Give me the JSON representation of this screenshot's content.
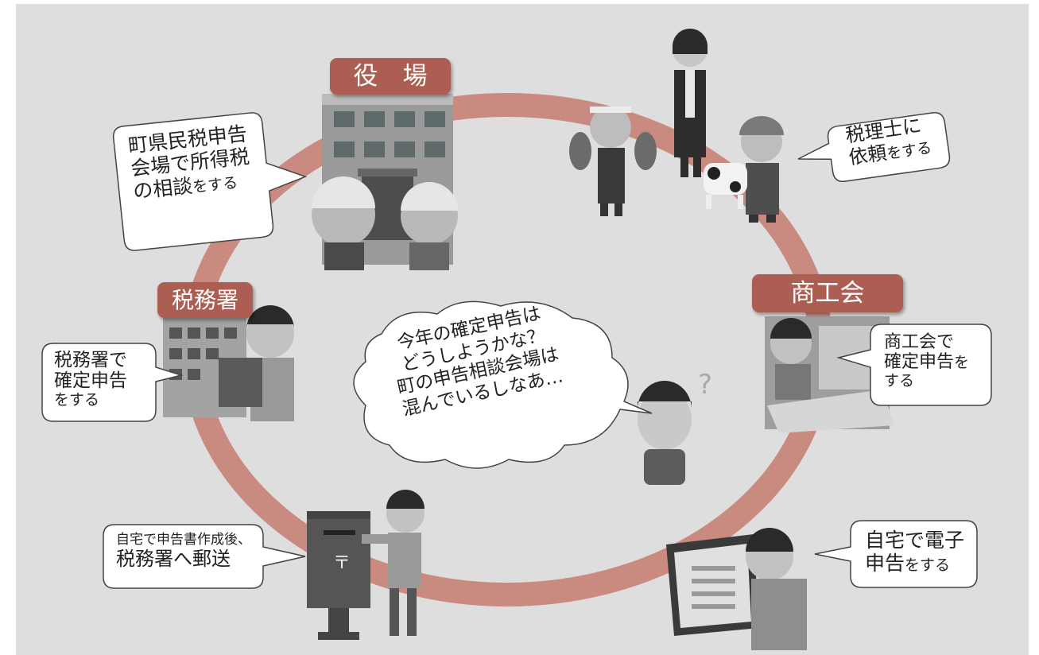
{
  "locations": {
    "town_office": "役　場",
    "tax_office": "税務署",
    "commerce": "商工会"
  },
  "bubbles": {
    "town_office": {
      "line1": "町県民税申告",
      "line2": "会場で所得税",
      "line3_main": "の相談",
      "line3_small": "をする"
    },
    "tax_accountant": {
      "line1": "税理士に",
      "line2_main": "依頼",
      "line2_small": "をする"
    },
    "tax_office": {
      "line1": "税務署で",
      "line2": "確定申告",
      "line3": "をする"
    },
    "commerce": {
      "line1": "商工会で",
      "line2_main": "確定申告",
      "line2_small": "を",
      "line3": "する"
    },
    "mail": {
      "line1": "自宅で申告書作成後、",
      "line2": "税務署へ郵送"
    },
    "e_filing": {
      "line1": "自宅で電子",
      "line2_main": "申告",
      "line2_small": "をする"
    },
    "center_thought": {
      "line1": "今年の確定申告は",
      "line2": "どうしようかな？",
      "line3": "町の申告相談会場は",
      "line4": "混んでいるしなあ…"
    }
  },
  "colors": {
    "ring": "#c98a7f",
    "label_bg": "#ad5e52",
    "panel_bg": "#dedede",
    "bubble_bg": "#ffffff"
  },
  "icons": [
    "building-icon",
    "elderly-couple-icon",
    "fisherman-icon",
    "businesswoman-icon",
    "farmer-icon",
    "cow-icon",
    "tax-office-building-icon",
    "person-holding-document-icon",
    "shop-worker-icon",
    "thinking-person-icon",
    "question-mark-icon",
    "mailbox-icon",
    "person-posting-letter-icon",
    "laptop-icon",
    "person-at-laptop-icon"
  ]
}
